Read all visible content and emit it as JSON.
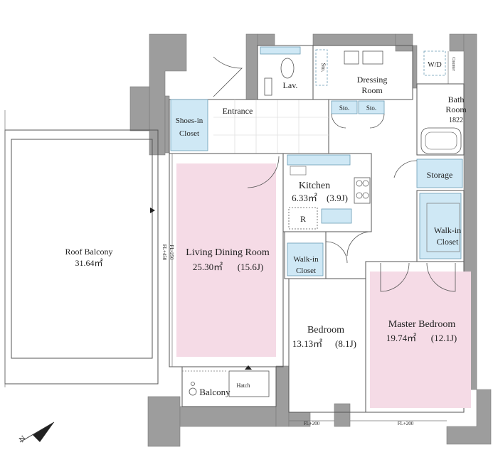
{
  "rooms": {
    "roof_balcony": {
      "name": "Roof Balcony",
      "area": "31.64㎡"
    },
    "living": {
      "name": "Living Dining Room",
      "area": "25.30㎡",
      "size_j": "(15.6J)"
    },
    "kitchen": {
      "name": "Kitchen",
      "area": "6.33㎡",
      "size_j": "(3.9J)"
    },
    "bedroom": {
      "name": "Bedroom",
      "area": "13.13㎡",
      "size_j": "(8.1J)"
    },
    "master": {
      "name": "Master Bedroom",
      "area": "19.74㎡",
      "size_j": "(12.1J)"
    },
    "bath": {
      "name_line1": "Bath",
      "name_line2": "Room",
      "code": "1822"
    },
    "dressing": {
      "name_line1": "Dressing",
      "name_line2": "Room"
    },
    "entrance": "Entrance",
    "lav": "Lav.",
    "shoes_line1": "Shoes-in",
    "shoes_line2": "Closet",
    "storage": "Storage",
    "walkin_right_line1": "Walk-in",
    "walkin_right_line2": "Closet",
    "walkin_kitchen_line1": "Walk-in",
    "walkin_kitchen_line2": "Closet",
    "balcony": "Balcony",
    "hatch": "Hatch",
    "wd": "W/D",
    "counter": "Counter",
    "sto": "Sto.",
    "refrigerator": "R"
  },
  "floor_levels": {
    "fl_450": "FL+450",
    "fl_250": "FL-250",
    "fl_200_left": "FL+200",
    "fl_200_right": "FL+200"
  },
  "compass": {
    "north_label": "N"
  },
  "colors": {
    "wall": "#9d9d9d",
    "bedroom_fill": "#f5dbe6",
    "fixture_fill": "#cfe8f5"
  }
}
